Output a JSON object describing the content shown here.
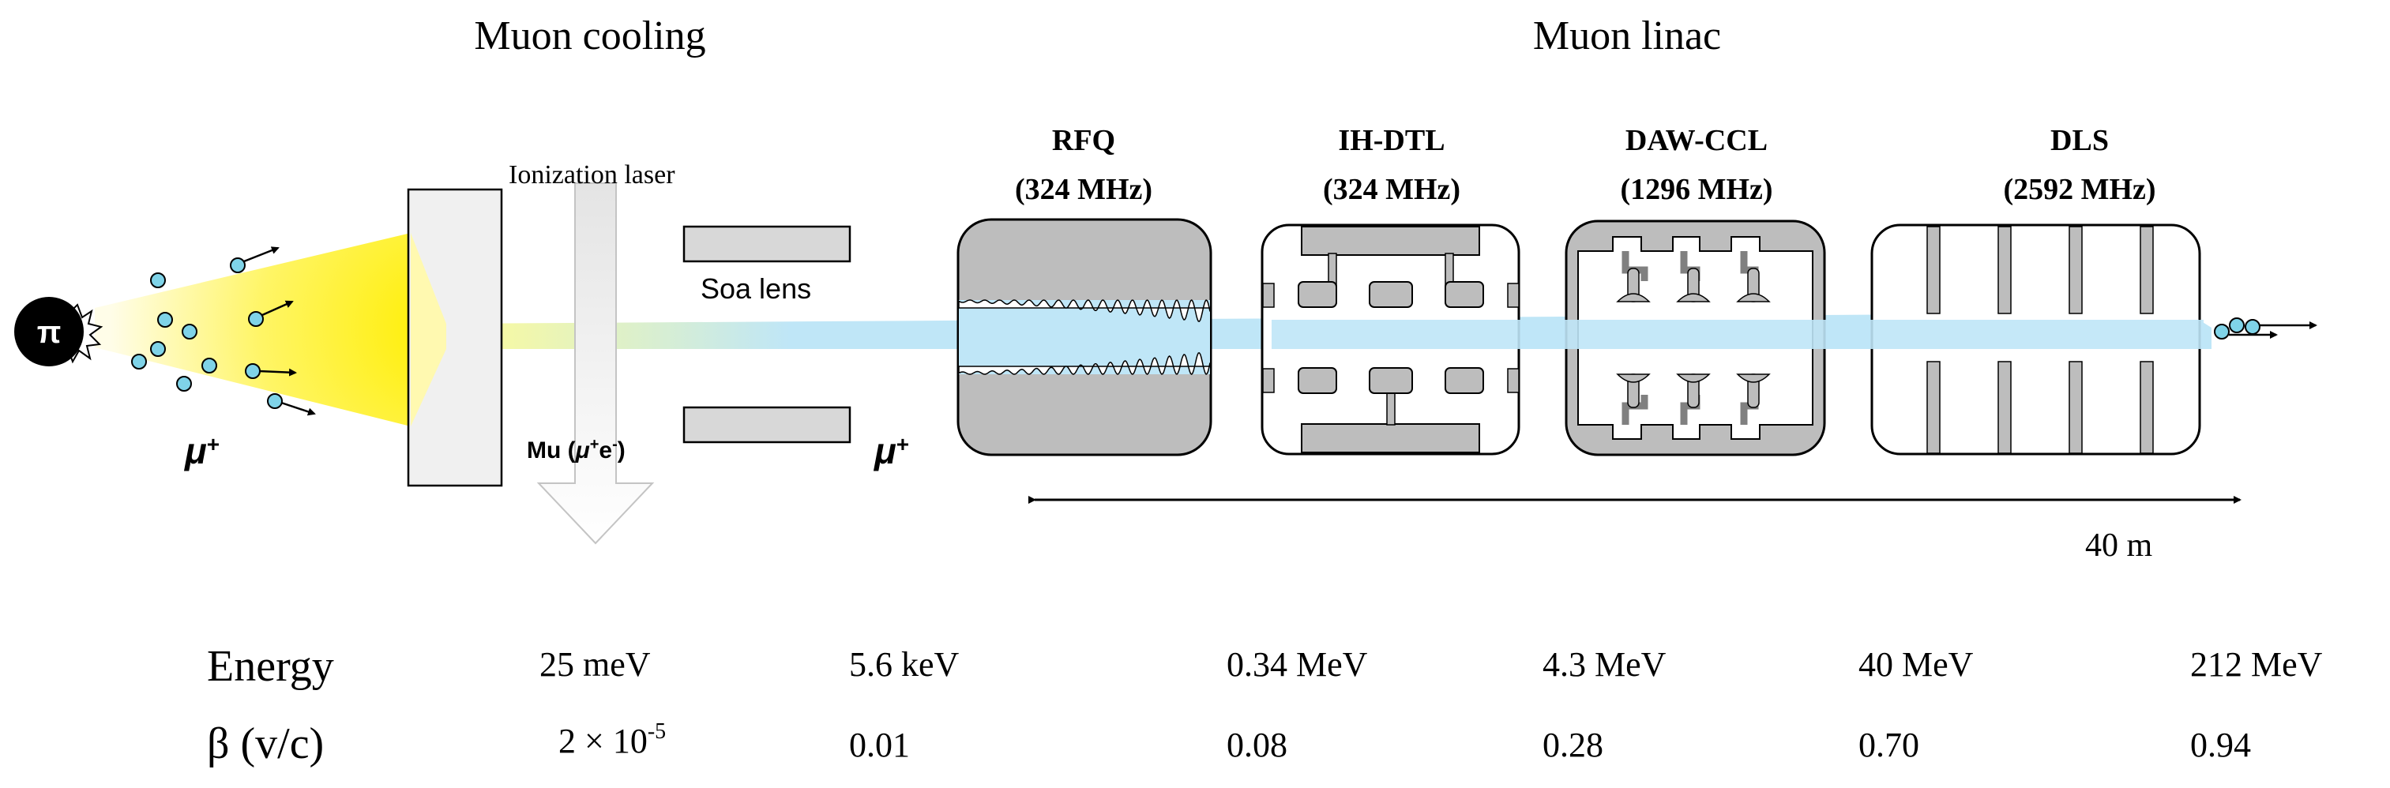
{
  "headings": {
    "cooling": "Muon cooling",
    "linac": "Muon linac"
  },
  "pion_symbol": "π",
  "muon_label_left": "μ+",
  "muon_label_right": "μ+",
  "ionization_laser": "Ionization laser",
  "muonium_label": "Mu (μ+e-)",
  "lens_label": "Soa lens",
  "cavities": [
    {
      "name": "RFQ",
      "frequency": "(324 MHz)"
    },
    {
      "name": "IH-DTL",
      "frequency": "(324 MHz)"
    },
    {
      "name": "DAW-CCL",
      "frequency": "(1296 MHz)"
    },
    {
      "name": "DLS",
      "frequency": "(2592 MHz)"
    }
  ],
  "length_label": "40 m",
  "energy": {
    "label": "Energy",
    "values": [
      "25 meV",
      "5.6 keV",
      "0.34 MeV",
      "4.3 MeV",
      "40 MeV",
      "212 MeV"
    ]
  },
  "beta": {
    "label": "β (v/c)",
    "first_mantissa": "2 × 10",
    "first_exponent": "-5",
    "values": [
      "0.01",
      "0.08",
      "0.28",
      "0.70",
      "0.94"
    ]
  },
  "colors": {
    "beam": "#bfe6f7",
    "cone": "#ffee00",
    "cavity_fill": "#bdbdbd",
    "particle": "#7fd3e8",
    "target_fill": "#f0f0f0"
  }
}
